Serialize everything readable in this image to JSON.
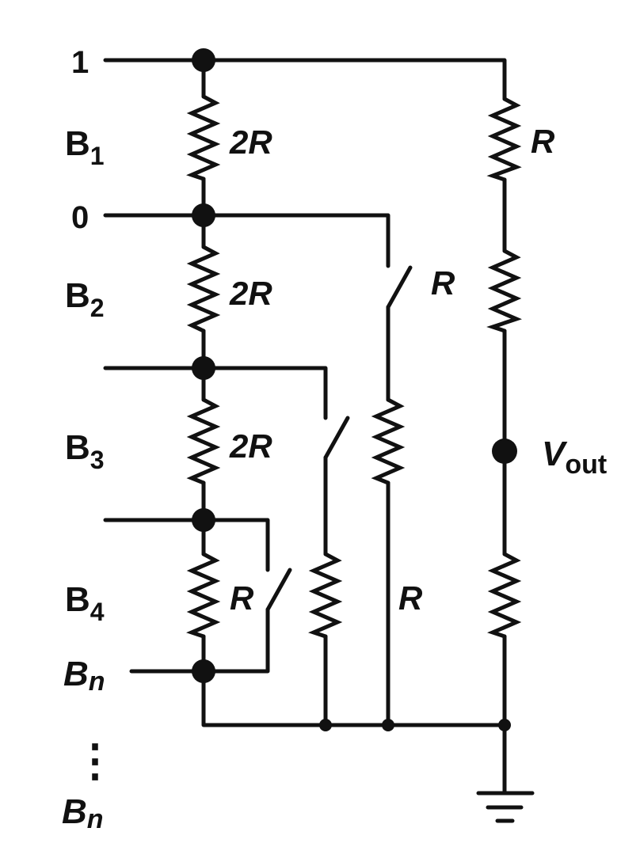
{
  "labels": {
    "input_one": "1",
    "input_zero": "0",
    "b1": "B",
    "b1_sub": "1",
    "b2": "B",
    "b2_sub": "2",
    "b3": "B",
    "b3_sub": "3",
    "b4": "B",
    "b4_sub": "4",
    "bn_mid": "Bn",
    "bn_bottom": "Bn",
    "ellipsis": "⋮",
    "res_b1": "2R",
    "res_b2": "2R",
    "res_b3": "2R",
    "res_b4": "R",
    "res_right_top": "R",
    "res_switch_top": "R",
    "res_branch_lower": "R",
    "vout": "V",
    "vout_sub": "out"
  },
  "colors": {
    "ink": "#111111",
    "background": "#ffffff"
  }
}
